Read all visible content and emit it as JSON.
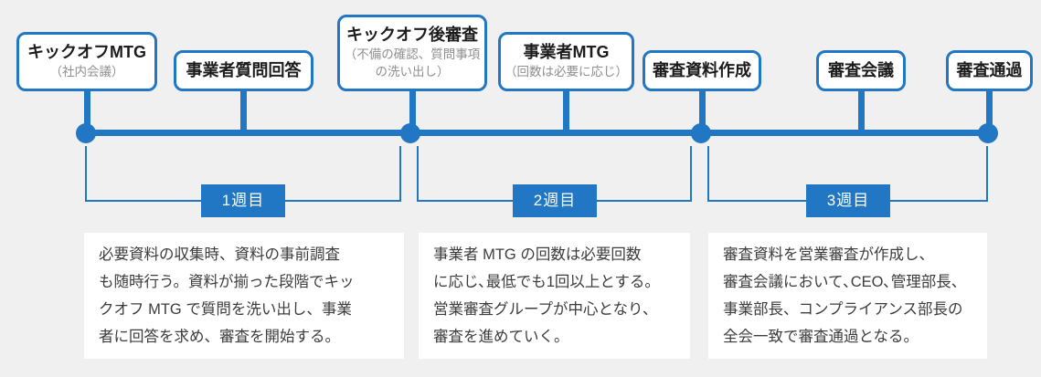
{
  "palette": {
    "blue": "#2177c4",
    "background": "#f0f0f1",
    "card_bg": "#ffffff",
    "title_text": "#1c1c1c",
    "subtitle_text": "#8f8f8f",
    "body_text": "#3c3c3c",
    "label_text": "#ffffff"
  },
  "timeline": {
    "milestones": [
      {
        "title": "キックオフMTG",
        "subtitle": "（社内会議）"
      },
      {
        "title": "事業者質問回答",
        "subtitle": ""
      },
      {
        "title": "キックオフ後審査",
        "subtitle": "（不備の確認、質問事項の洗い出し）"
      },
      {
        "title": "事業者MTG",
        "subtitle": "（回数は必要に応じ）"
      },
      {
        "title": "審査資料作成",
        "subtitle": ""
      },
      {
        "title": "審査会議",
        "subtitle": ""
      },
      {
        "title": "審査通過",
        "subtitle": ""
      }
    ]
  },
  "weeks": [
    {
      "label": "1週目",
      "description": "必要資料の収集時、資料の事前調査\nも随時行う。資料が揃った段階でキッ\nクオフ MTG で質問を洗い出し、事業\n者に回答を求め、審査を開始する。"
    },
    {
      "label": "2週目",
      "description": "事業者 MTG の回数は必要回数\nに応じ､最低でも1回以上とする。\n営業審査グループが中心となり、\n審査を進めていく。"
    },
    {
      "label": "3週目",
      "description": "審査資料を営業審査が作成し、\n審査会議において､CEO､管理部長、\n事業部長、コンプライアンス部長の\n全会一致で審査通過となる。"
    }
  ]
}
